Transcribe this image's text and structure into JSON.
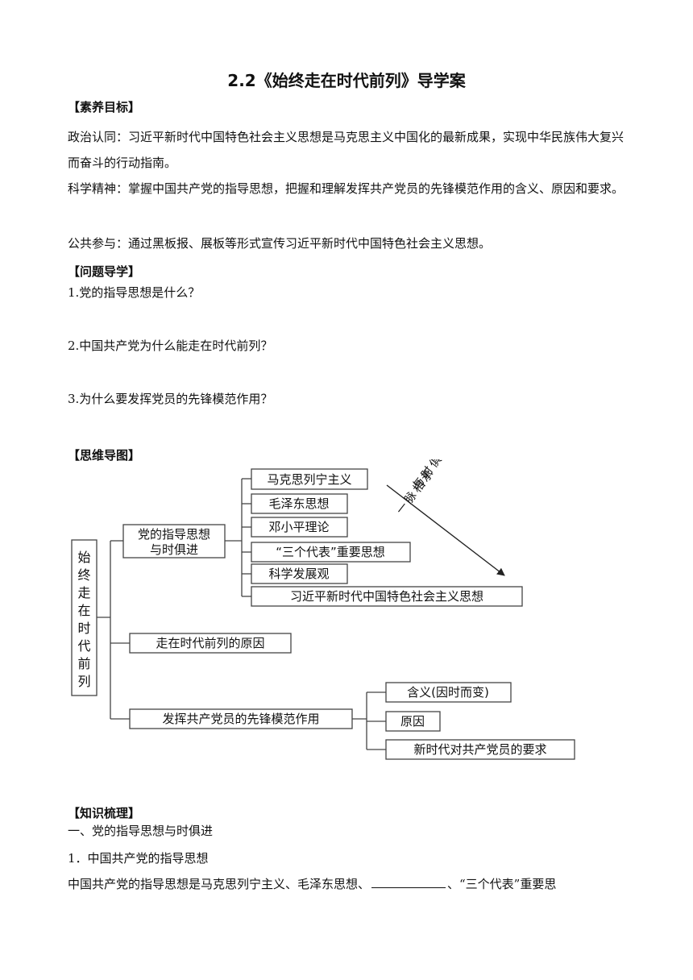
{
  "title": "2.2《始终走在时代前列》导学案",
  "sections": {
    "goals_header": "【素养目标】",
    "questions_header": "【问题导学】",
    "mindmap_header": "【思维导图】",
    "knowledge_header": "【知识梳理】"
  },
  "goals": [
    "政治认同：习近平新时代中国特色社会主义思想是马克思主义中国化的最新成果，实现中华民族伟大复兴而奋斗的行动指南。",
    "科学精神：掌握中国共产党的指导思想，把握和理解发挥共产党员的先锋模范作用的含义、原因和要求。",
    "公共参与：通过黑板报、展板等形式宣传习近平新时代中国特色社会主义思想。"
  ],
  "questions": [
    "1.党的指导思想是什么？",
    "2.中国共产党为什么能走在时代前列？",
    "3.为什么要发挥党员的先锋模范作用？"
  ],
  "mindmap": {
    "root": "始终走在时代前列",
    "branch1": [
      "党的指导思想",
      "与时俱进"
    ],
    "branch1_items": [
      "马克思列宁主义",
      "毛泽东思想",
      "邓小平理论",
      "“三个代表”重要思想",
      "科学发展观",
      "习近平新时代中国特色社会主义思想"
    ],
    "arrow_label_a": "与时俱进",
    "arrow_label_b": "一脉相承",
    "branch2": "走在时代前列的原因",
    "branch3": "发挥共产党员的先锋模范作用",
    "branch3_items": [
      "含义(因时而变)",
      "原因",
      "新时代对共产党员的要求"
    ]
  },
  "knowledge": {
    "heading1": "一、党的指导思想与时俱进",
    "heading2": "1．中国共产党的指导思想",
    "line_before_blank": "中国共产党的指导思想是马克思列宁主义、毛泽东思想、",
    "line_after_blank": "、“三个代表”重要思"
  }
}
